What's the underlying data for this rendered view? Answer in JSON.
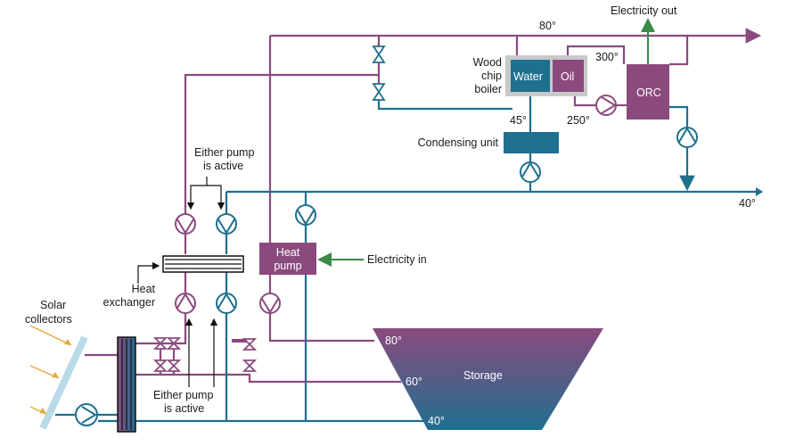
{
  "labels": {
    "electricity_out": "Electricity out",
    "wood_chip_boiler": [
      "Wood",
      "chip",
      "boiler"
    ],
    "water": "Water",
    "oil": "Oil",
    "orc": "ORC",
    "condensing_unit": "Condensing unit",
    "either_pump_top": [
      "Either pump",
      "is active"
    ],
    "either_pump_bottom": [
      "Either pump",
      "is active"
    ],
    "heat_exchanger": [
      "Heat",
      "exchanger"
    ],
    "heat_pump": [
      "Heat",
      "pump"
    ],
    "electricity_in": "Electricity in",
    "solar_collectors": [
      "Solar",
      "collectors"
    ],
    "storage": "Storage"
  },
  "temperatures": {
    "supply_top": "80°",
    "oil_hot": "300°",
    "oil_cold": "250°",
    "boiler_return": "45°",
    "return_line": "40°",
    "storage_top": "80°",
    "storage_mid": "60°",
    "storage_bottom": "40°"
  },
  "colors": {
    "hot_pipe": "#8b4a7e",
    "cold_pipe": "#1f6f8f",
    "electric": "#3a8a4a"
  }
}
